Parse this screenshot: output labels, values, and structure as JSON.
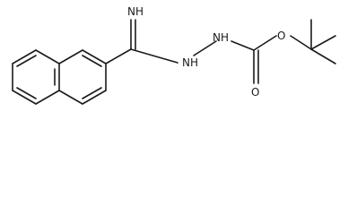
{
  "molecule": {
    "atoms": {
      "imine": "NH",
      "hydrazine_n1": "N",
      "hydrazine_n1_h": "H",
      "hydrazine_n2": "N",
      "hydrazine_n2_h": "H",
      "ester_oxygen": "O",
      "carbonyl_oxygen": "O"
    }
  }
}
